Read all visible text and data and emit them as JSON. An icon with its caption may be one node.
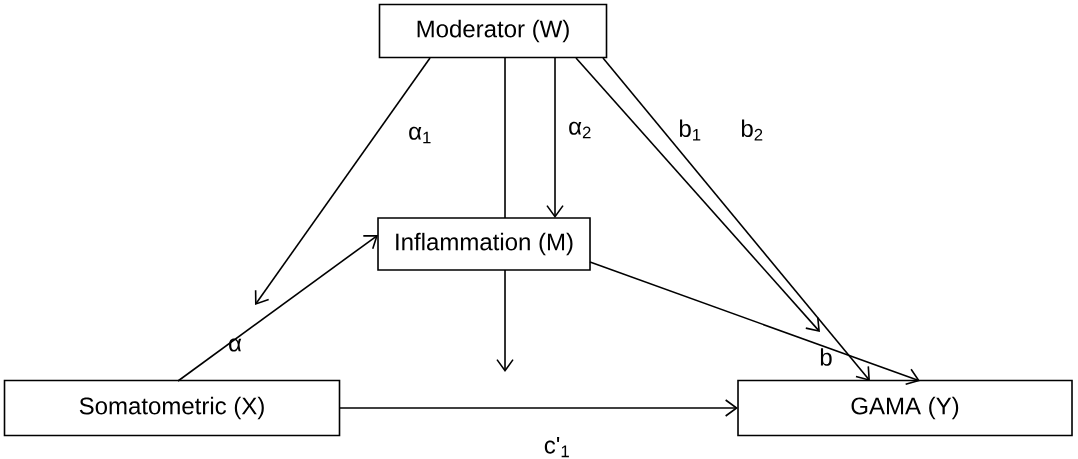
{
  "diagram": {
    "nodes": [
      {
        "text": [
          "Moderator (W)"
        ]
      },
      {
        "text": [
          "Inflammation (M)"
        ]
      },
      {
        "text": [
          "Somatometric (X)"
        ]
      },
      {
        "text": [
          "GAMA (Y)"
        ]
      }
    ],
    "edges": [
      {
        "from": 0,
        "to": null,
        "arrow": "to",
        "label": "α$_{1}$"
      },
      {
        "from": 0,
        "to": 1,
        "arrow": "none"
      },
      {
        "from": 0,
        "to": 1,
        "arrow": "to",
        "label": "α$_{2}$"
      },
      {
        "from": 0,
        "to": null,
        "arrow": "to",
        "label": "b$_{1}$"
      },
      {
        "from": 0,
        "to": 3,
        "arrow": "to",
        "label": "b$_{2}$"
      },
      {
        "from": 2,
        "to": 1,
        "arrow": "to",
        "label": "α"
      },
      {
        "from": 1,
        "to": 3,
        "arrow": "to",
        "label": "b"
      },
      {
        "from": 1,
        "to": null,
        "arrow": "to"
      },
      {
        "from": 2,
        "to": 3,
        "arrow": "to",
        "label": "c'$_{1}$"
      }
    ]
  }
}
